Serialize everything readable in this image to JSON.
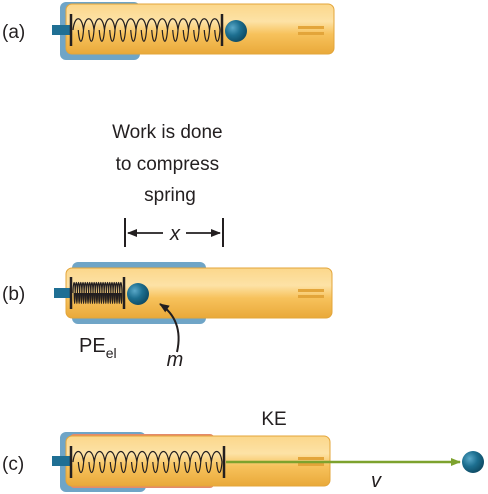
{
  "panels": {
    "a": {
      "label": "(a)"
    },
    "b": {
      "label": "(b)",
      "caption_lines": [
        "Work is done",
        "to compress",
        "spring"
      ],
      "displacement_label": "x",
      "potential_energy": {
        "main": "PE",
        "subscript": "el"
      },
      "mass_label": "m"
    },
    "c": {
      "label": "(c)",
      "kinetic_energy_label": "KE",
      "velocity_label": "v"
    }
  },
  "colors": {
    "barrel": "#f7c25c",
    "barrel_highlight": "#fde2a6",
    "mount_blue": "#6fa5c7",
    "mount_orange": "#e48a6a",
    "plunger": "#1f6f94",
    "ball": "#15647f",
    "arrow_green": "#7da22e",
    "text": "#231f20"
  }
}
